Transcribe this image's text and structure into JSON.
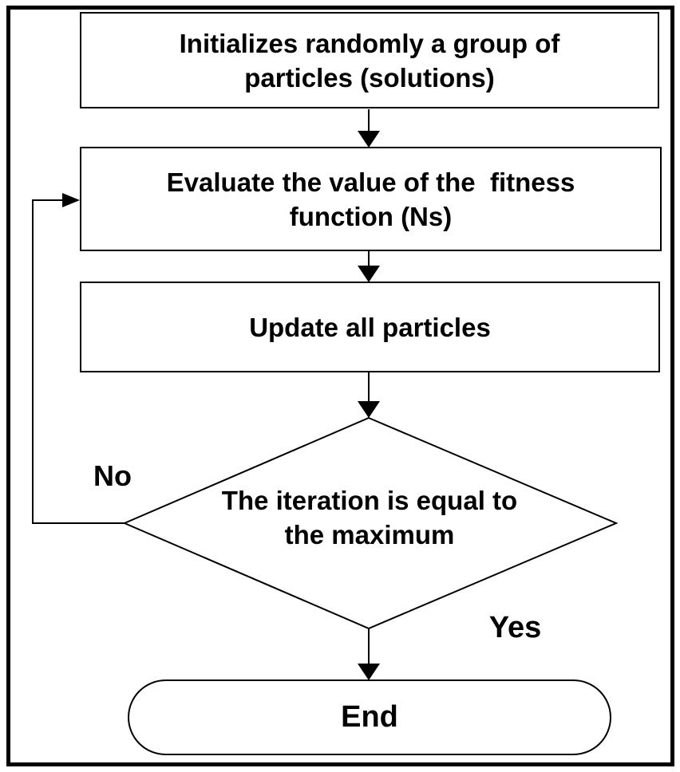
{
  "diagram": {
    "type": "flowchart",
    "background_color": "#ffffff",
    "stroke_color": "#000000",
    "text_color": "#000000",
    "nodes": [
      {
        "id": "initialize",
        "shape": "rectangle",
        "label": "Initializes randomly a group of particles (solutions)",
        "lines": [
          "Initializes randomly a group of",
          "particles (solutions)"
        ]
      },
      {
        "id": "evaluate",
        "shape": "rectangle",
        "label": "Evaluate the value of the  fitness function (Ns)",
        "lines": [
          "Evaluate the value of the  fitness",
          "function (Ns)"
        ]
      },
      {
        "id": "update",
        "shape": "rectangle",
        "label": "Update all particles",
        "lines": [
          "Update all particles"
        ]
      },
      {
        "id": "decision",
        "shape": "diamond",
        "label": "The iteration is equal to the maximum",
        "lines": [
          "The iteration is equal to",
          "the maximum"
        ]
      },
      {
        "id": "end",
        "shape": "terminator",
        "label": "End",
        "lines": [
          "End"
        ]
      }
    ],
    "edges": [
      {
        "from": "initialize",
        "to": "evaluate",
        "label": ""
      },
      {
        "from": "evaluate",
        "to": "update",
        "label": ""
      },
      {
        "from": "update",
        "to": "decision",
        "label": ""
      },
      {
        "from": "decision",
        "to": "evaluate",
        "label": "No"
      },
      {
        "from": "decision",
        "to": "end",
        "label": "Yes"
      }
    ],
    "edge_labels": {
      "no": "No",
      "yes": "Yes"
    }
  }
}
